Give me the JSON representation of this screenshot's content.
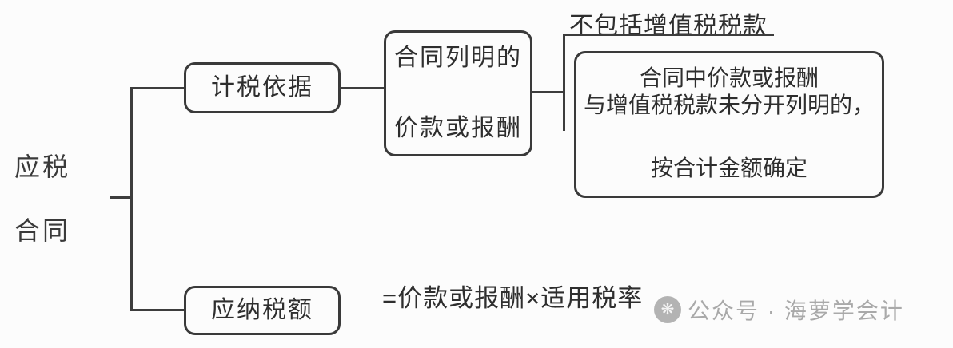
{
  "diagram": {
    "root": {
      "line1": "应税",
      "line2": "合同"
    },
    "tax_basis": {
      "label": "计税依据"
    },
    "contract_listed": {
      "line1": "合同列明的",
      "line2": "价款或报酬"
    },
    "excl_vat": {
      "label": "不包括增值税税款"
    },
    "combined_amount": {
      "line1": "合同中价款或报酬",
      "line2": "与增值税税款未分开列明的，",
      "line3": "按合计金额确定"
    },
    "tax_payable": {
      "label": "应纳税额"
    },
    "formula": {
      "label": "=价款或报酬×适用税率"
    },
    "watermark": {
      "icon": "❋",
      "text": "公众号 · 海萝学会计"
    }
  },
  "colors": {
    "line": "#3d3d3d",
    "text": "#2e2e2e",
    "watermark": "#a9a9a9",
    "background": "#fcfcfc"
  }
}
